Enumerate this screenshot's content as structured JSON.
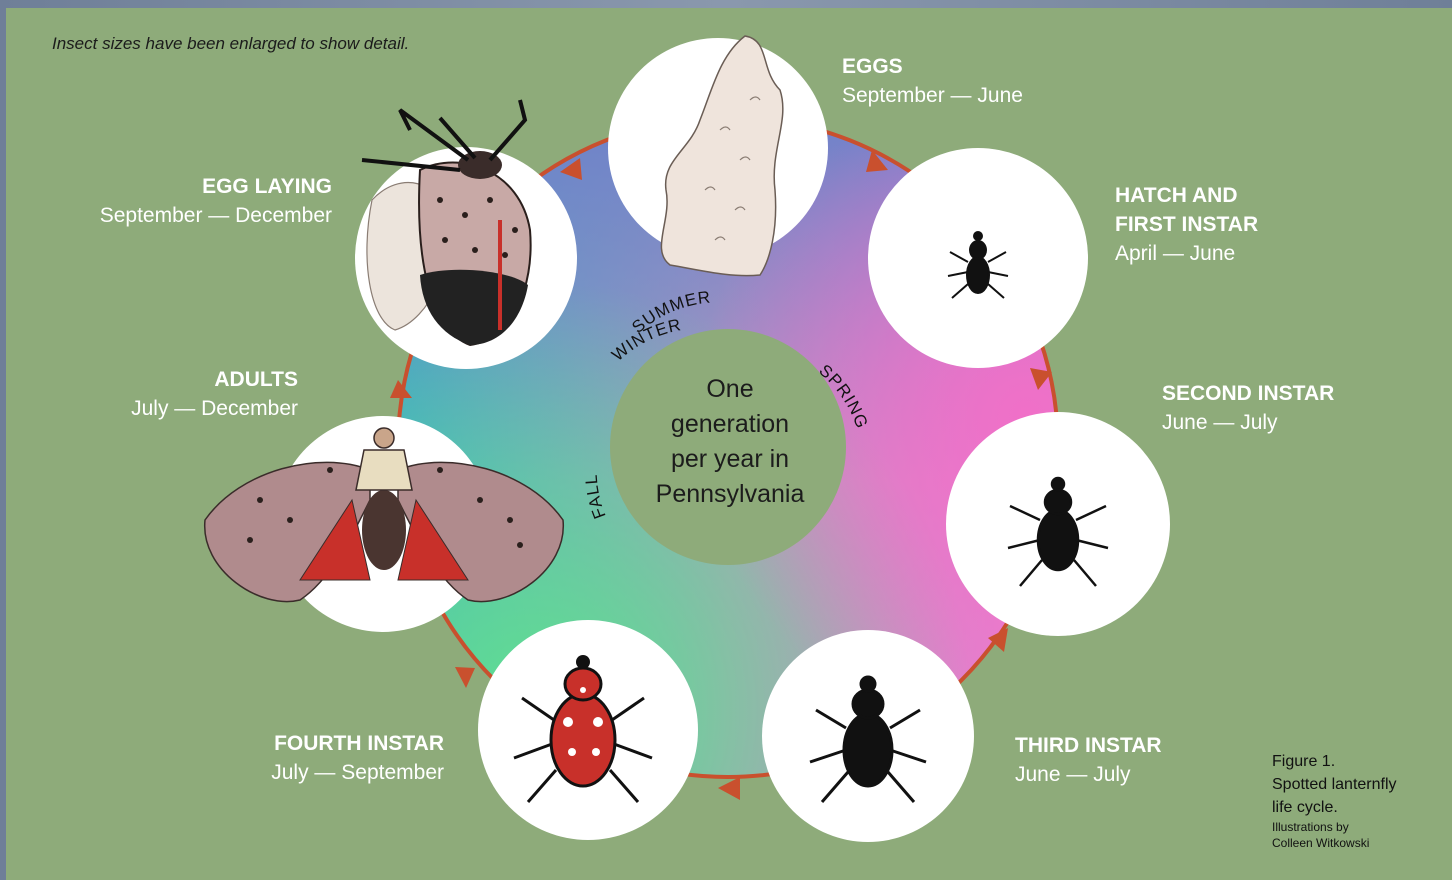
{
  "note": "Insect sizes have been enlarged to show detail.",
  "center": {
    "line1": "One",
    "line2": "generation",
    "line3": "per year in",
    "line4": "Pennsylvania"
  },
  "seasons": {
    "winter": "WINTER",
    "spring": "SPRING",
    "summer": "SUMMER",
    "fall": "FALL"
  },
  "stages": [
    {
      "title": "EGGS",
      "dates": "September  — June"
    },
    {
      "title": "HATCH AND\nFIRST INSTAR",
      "dates": "April — June"
    },
    {
      "title": "SECOND INSTAR",
      "dates": "June — July"
    },
    {
      "title": "THIRD INSTAR",
      "dates": "June — July"
    },
    {
      "title": "FOURTH INSTAR",
      "dates": "July — September"
    },
    {
      "title": "ADULTS",
      "dates": "July — December"
    },
    {
      "title": "EGG LAYING",
      "dates": "September — December"
    }
  ],
  "caption": {
    "line1": "Figure 1.",
    "line2": "Spotted lanternfly",
    "line3": "life cycle.",
    "line4": "Illustrations by",
    "line5": "Colleen Witkowski"
  },
  "colors": {
    "background": "#8eab7a",
    "arrow": "#c9502e",
    "nymph": "#111111",
    "fourth_instar": "#c8302a"
  }
}
